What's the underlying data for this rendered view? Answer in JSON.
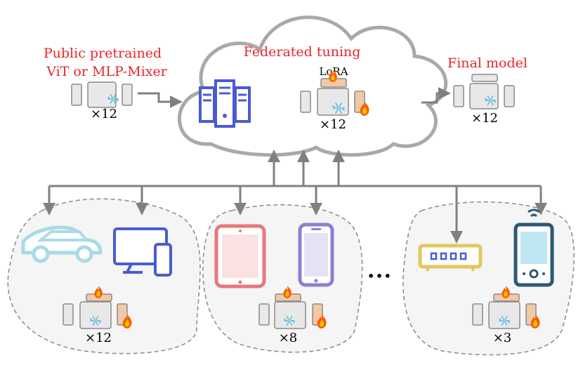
{
  "labels": {
    "public_model": "Public pretrained",
    "public_model_line2": "ViT or MLP-Mixer",
    "federated": "Federated tuning",
    "final_model": "Final model",
    "lora": "LoRA",
    "mult_public": "×12",
    "mult_cloud": "×12",
    "mult_final": "×12",
    "mult_group1": "×12",
    "mult_group2": "×8",
    "mult_group3": "×3",
    "ellipsis": "•••"
  },
  "colors": {
    "red_label": "#e8262a",
    "server": "#4a5bd0",
    "car": "#a7dbe6",
    "monitor": "#4a5bd0",
    "tablet_red": "#e8787a",
    "phone_purple": "#8b7fd6",
    "router": "#e1c85c",
    "handheld": "#2b5a78",
    "frozen": "#56b7e0",
    "fire": "#ff6a00",
    "lora_block": "#f0c9a7"
  },
  "icons": {
    "server": "server-icon",
    "car": "car-icon",
    "monitor": "monitor-icon",
    "tablet": "tablet-icon",
    "phone": "phone-icon",
    "router": "router-icon",
    "handheld": "handheld-icon",
    "snowflake": "snowflake-icon",
    "fire": "fire-icon"
  }
}
